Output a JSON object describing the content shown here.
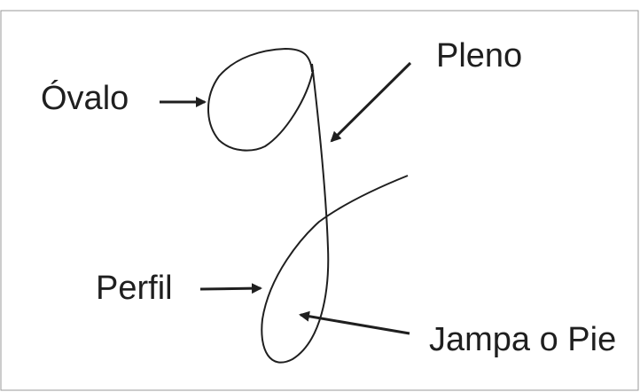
{
  "labels": {
    "ovalo": "Óvalo",
    "pleno": "Pleno",
    "perfil": "Perfil",
    "jampa": "Jampa o Pie"
  },
  "colors": {
    "background": "#ffffff",
    "stroke": "#1f1f1f",
    "frame": "#9a9a9a"
  }
}
